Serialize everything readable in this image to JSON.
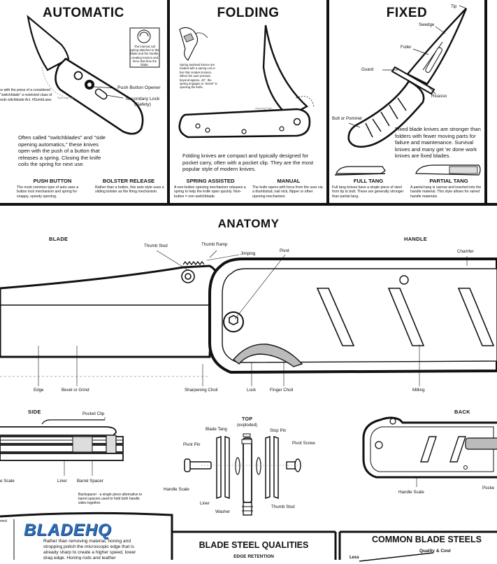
{
  "types": {
    "automatic": {
      "title": "AUTOMATIC",
      "spring_note": "The internal coil spring attaches to the blade and the handle, creating tension and force that fires the blade.",
      "side_note": "Opens with the press of a button. Considered a \"switchblade\" and listed as a restricted class of goods by the Switchblade Act. #DumbLaws",
      "side_note_visible": "ens with the press of a considered a \"switchblade\" a restricted class of goods witchblade Act. #DumbLaws",
      "opening_path": "Opening Path",
      "label_push_button": "Push Button Opener",
      "label_secondary_lock": "Secondary Lock (Safety)",
      "description": "Often called \"switchblades\" and \"side opening automatics,\" these knives open with the push of a button that releases a spring. Closing the knife coils the spring for next use.",
      "sub1_title": "PUSH BUTTON",
      "sub1_desc": "The most common type of auto uses a button lock mechanism and spring for snappy, speedy opening.",
      "sub2_title": "BOLSTER RELEASE",
      "sub2_desc": "Rather than a button, this auto style uses a sliding bolster as the firing mechanism."
    },
    "folding": {
      "title": "FOLDING",
      "spring_note": "Spring assisted knives are loaded with a spring coil or bar that creates tension. When the user presses beyond approx. 40°, the spring engages to \"assist\" in opening the knife.",
      "opening_path": "Opening Path",
      "description": "Folding knives are compact and typically designed for pocket carry, often with a pocket clip. They are the most popular style of modern knives.",
      "sub1_title": "SPRING ASSISTED",
      "sub1_desc": "A non-button opening mechanism releases a spring to help the knife open quickly. Non-button = non-switchblade.",
      "sub2_title": "MANUAL",
      "sub2_desc": "The knife opens with force from the user via a thumbstud, nail nick, flipper or other opening mechanism."
    },
    "fixed": {
      "title": "FIXED",
      "label_tip": "Tip",
      "label_swedge": "Swedge",
      "label_fuller": "Fuller",
      "label_guard": "Guard",
      "label_ricasso": "Ricasso",
      "label_butt": "Butt or Pommel",
      "description": "Fixed blade knives are stronger than folders with fewer moving parts for failure and maintenance. Survival knives and many get 'er done work knives are fixed blades.",
      "sub1_title": "FULL TANG",
      "sub1_desc": "Full tang knives have a single piece of steel from tip to butt. These are generally stronger than partial tang.",
      "sub2_title": "PARTIAL TANG",
      "sub2_desc": "A partial tang is narrow and inserted into the handle material. This style allows for varied handle materials."
    }
  },
  "anatomy": {
    "title": "ANATOMY",
    "blade_heading": "BLADE",
    "handle_heading": "HANDLE",
    "labels": {
      "thumb_stud": "Thumb Stud",
      "thumb_ramp": "Thumb Ramp",
      "jimping": "Jimping",
      "pivot": "Pivot",
      "chamfer": "Chamfer",
      "edge": "Edge",
      "bevel": "Bevel or Grind",
      "sharpening_choil": "Sharpening Choil",
      "lock": "Lock",
      "finger_choil": "Finger Choil",
      "milling": "Milling"
    }
  },
  "side": {
    "heading": "SIDE",
    "pocket_clip": "Pocket Clip",
    "scale": "e Scale",
    "liner": "Liner",
    "barrel_spacer": "Barrel Spacer",
    "backspacer_note": "Backspacer - a single piece alternative to barrel spacers used to hold both handle sides together."
  },
  "top": {
    "heading": "TOP",
    "subheading": "(exploded)",
    "blade_tang": "Blade Tang",
    "stop_pin": "Stop Pin",
    "pivot_pin": "Pivot Pin",
    "pivot_screw": "Pivot Screw",
    "handle_scale": "Handle Scale",
    "liner": "Liner",
    "washer": "Washer",
    "thumb_stud": "Thumb Stud"
  },
  "back": {
    "heading": "BACK",
    "handle_scale": "Handle Scale",
    "pocket": "Pocke"
  },
  "bottom": {
    "logo": "BLADEHQ",
    "honing_text": "Rather than removing material, honing and stropping polish the microscopic edge that is already sharp to create a higher speed, lower drag edge. Honing rods and leather",
    "small_left": "med",
    "steel_title": "BLADE STEEL QUALITIES",
    "steel_sub": "EDGE RETENTION",
    "common_title": "COMMON BLADE STEELS",
    "common_sub": "Quality & Cost",
    "less": "Less"
  },
  "colors": {
    "ink": "#111111",
    "paper": "#ffffff",
    "logo_blue": "#2f6fb6"
  }
}
